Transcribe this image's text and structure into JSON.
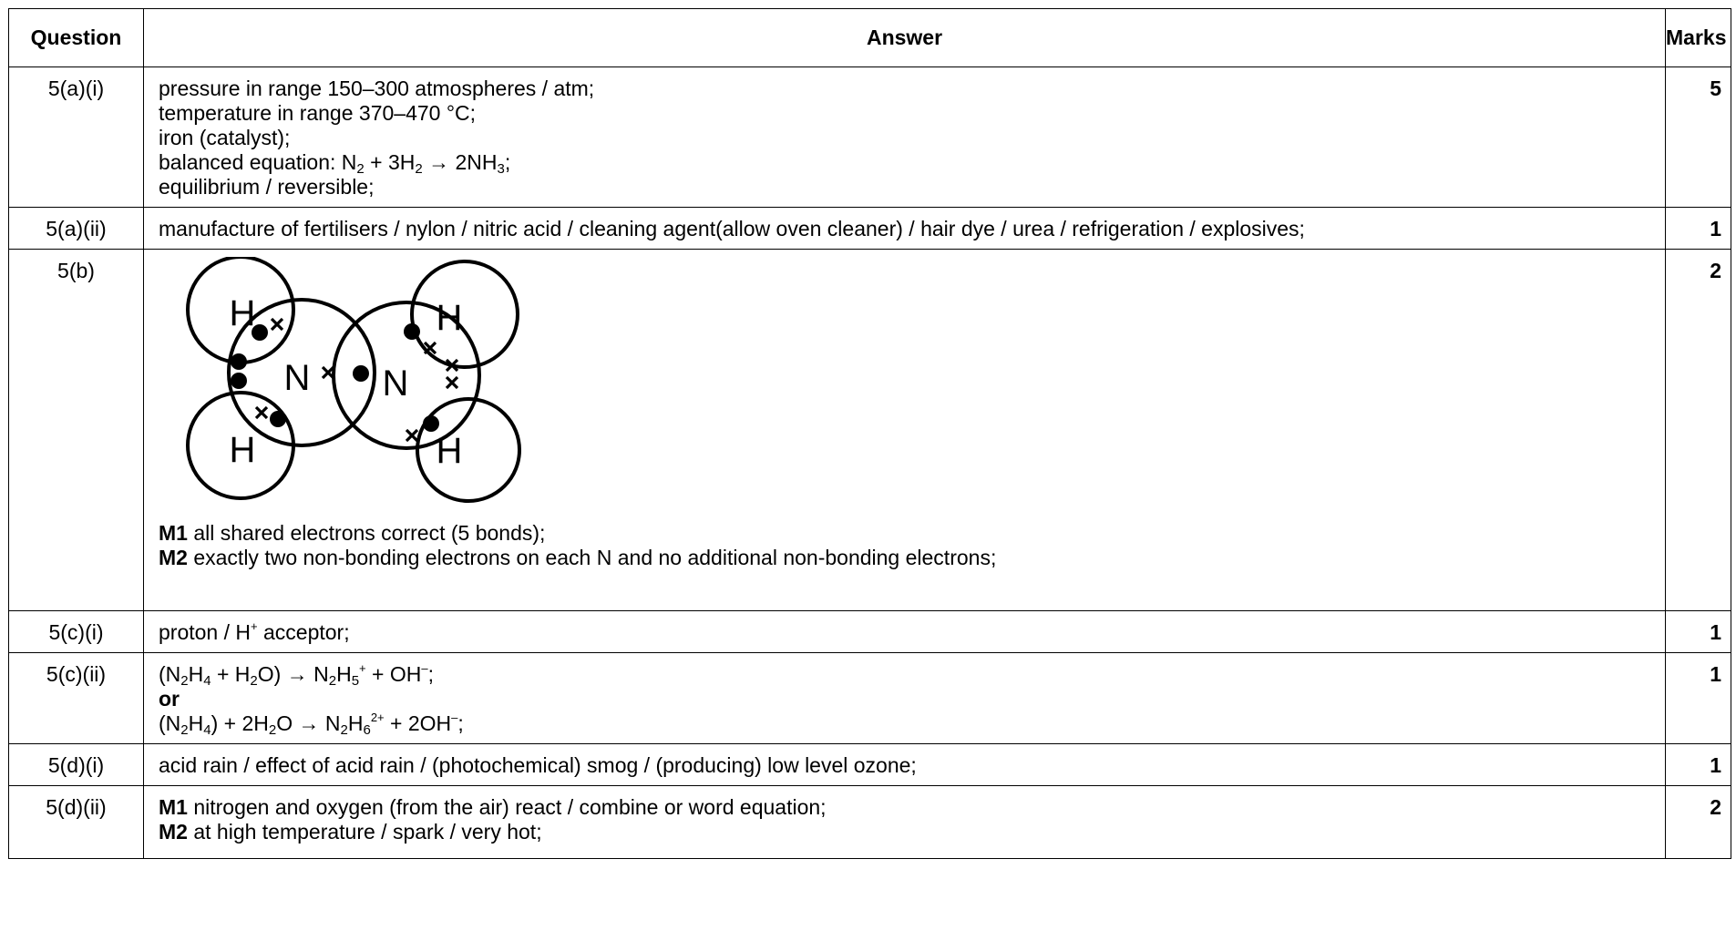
{
  "header": {
    "question": "Question",
    "answer": "Answer",
    "marks": "Marks"
  },
  "rows": {
    "r1": {
      "q": "5(a)(i)",
      "marks": "5",
      "l1": "pressure in range 150–300 atmospheres / atm;",
      "l2": "temperature in range 370–470 °C;",
      "l3": "iron (catalyst);",
      "l4a": "balanced equation: N",
      "l4b": "2",
      "l4c": " + 3H",
      "l4d": "2",
      "l4e": " → 2NH",
      "l4f": "3",
      "l4g": ";",
      "l5": "equilibrium / reversible;"
    },
    "r2": {
      "q": "5(a)(ii)",
      "marks": "1",
      "l1": "manufacture of fertilisers / nylon / nitric acid / cleaning agent(allow oven cleaner) / hair dye / urea / refrigeration / explosives;"
    },
    "r3": {
      "q": "5(b)",
      "marks": "2",
      "diagram": {
        "h1": "H",
        "h2": "H",
        "h3": "H",
        "h4": "H",
        "n1": "N",
        "n2": "N"
      },
      "m1": "M1",
      "m1text": " all shared electrons correct (5 bonds);",
      "m2": "M2",
      "m2text": " exactly two non-bonding electrons on each N and no additional non-bonding electrons;"
    },
    "r4": {
      "q": "5(c)(i)",
      "marks": "1",
      "a": "proton / H",
      "b": "+",
      "c": " acceptor;"
    },
    "r5": {
      "q": "5(c)(ii)",
      "marks": "1",
      "e1": [
        "(N",
        "2",
        "H",
        "4",
        " + H",
        "2",
        "O) → N",
        "2",
        "H",
        "5",
        "+",
        " + OH",
        "–",
        ";"
      ],
      "or": "or",
      "e2": [
        "(N",
        "2",
        "H",
        "4",
        ") + 2H",
        "2",
        "O → N",
        "2",
        "H",
        "6",
        "2+",
        " + 2OH",
        "–",
        ";"
      ]
    },
    "r6": {
      "q": "5(d)(i)",
      "marks": "1",
      "l1": "acid rain / effect of acid rain / (photochemical) smog / (producing) low level ozone;"
    },
    "r7": {
      "q": "5(d)(ii)",
      "marks": "2",
      "m1": "M1",
      "m1text": " nitrogen and oxygen (from the air) react / combine or word equation;",
      "m2": "M2",
      "m2text": " at high temperature / spark / very hot;"
    }
  }
}
